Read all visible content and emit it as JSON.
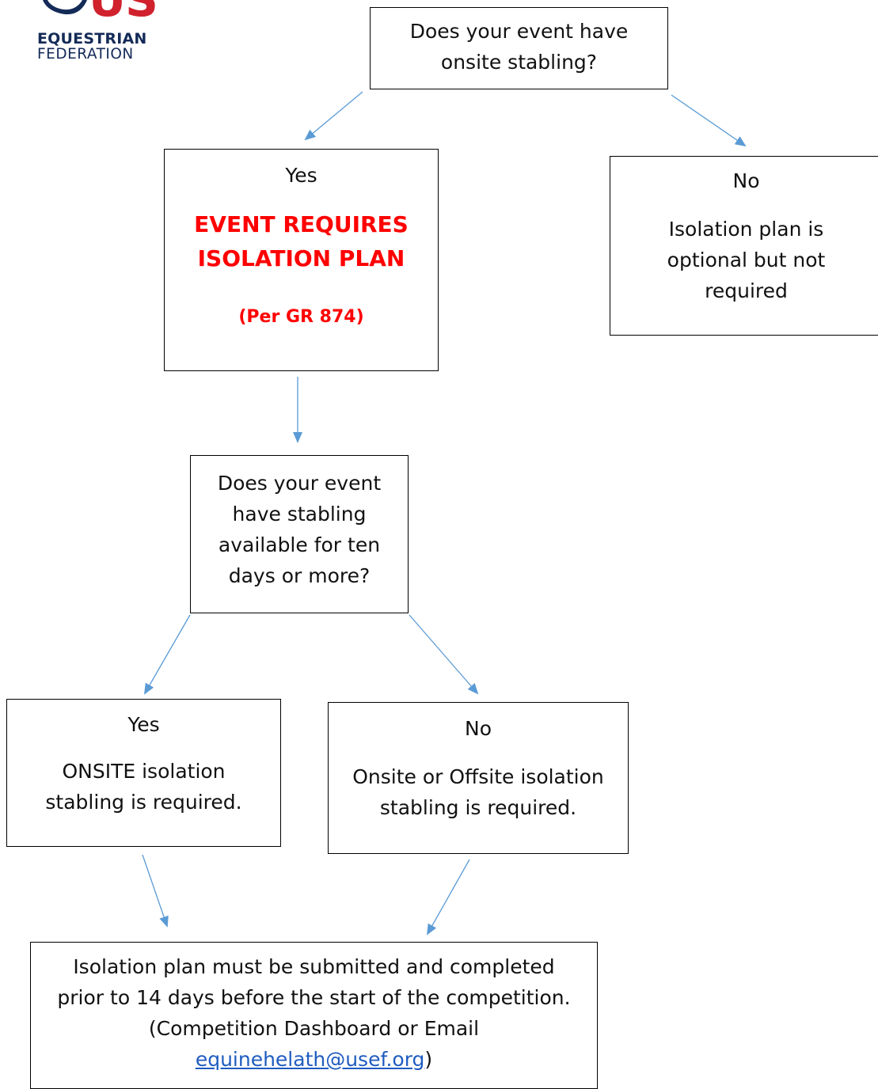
{
  "logo": {
    "us": "US",
    "equestrian": "EQUESTRIAN",
    "federation": "FEDERATION"
  },
  "colors": {
    "arrow": "#5b9bd5",
    "emphasis": "#ff0000",
    "link": "#1f5cc0",
    "logo_navy": "#142b58",
    "logo_red": "#d0212d"
  },
  "flowchart": {
    "q1": {
      "line1": "Does your event have",
      "line2": "onsite stabling?"
    },
    "yes1": {
      "label": "Yes",
      "emphasis_line1": "EVENT REQUIRES",
      "emphasis_line2": "ISOLATION PLAN",
      "rule": "(Per GR 874)"
    },
    "no1": {
      "label": "No",
      "line1": "Isolation plan is",
      "line2": "optional but not",
      "line3": "required"
    },
    "q2": {
      "line1": "Does your event",
      "line2": "have stabling",
      "line3": "available for ten",
      "line4": "days or more?"
    },
    "yes2": {
      "label": "Yes",
      "line1": "ONSITE isolation",
      "line2": "stabling is required."
    },
    "no2": {
      "label": "No",
      "line1": "Onsite or Offsite isolation",
      "line2": "stabling is required."
    },
    "final": {
      "line1": "Isolation plan must be submitted and completed",
      "line2": "prior to 14 days before the start of the competition.",
      "line3": "(Competition Dashboard or Email",
      "email": "equinehelath@usef.org",
      "closing": ")"
    }
  }
}
